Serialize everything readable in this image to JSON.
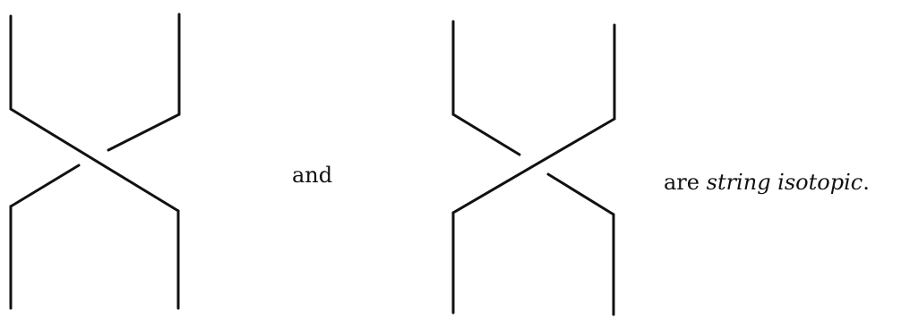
{
  "text": {
    "and": "and",
    "are": "are",
    "term": "string isotopic",
    "period": "."
  },
  "colors": {
    "ink": "#111111",
    "background": "#ffffff"
  }
}
